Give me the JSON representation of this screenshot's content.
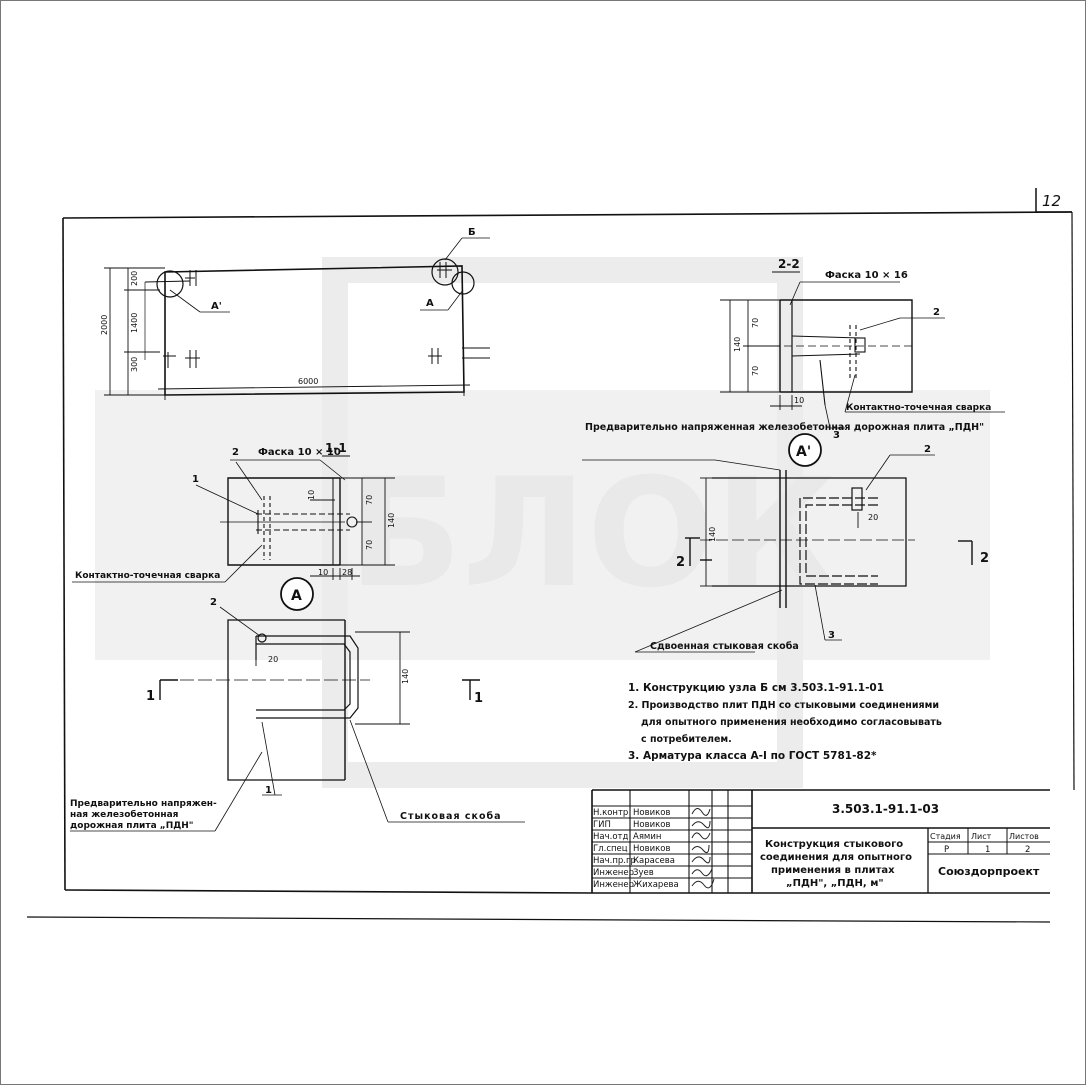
{
  "page_number": "12",
  "watermark": "БЛОК",
  "plan": {
    "dim_total_height": "2000",
    "dim_top": "200",
    "dim_middle": "1400",
    "dim_bottom": "300",
    "dim_length": "6000",
    "node_a_prime": "А'",
    "node_a": "А",
    "node_b": "Б"
  },
  "section_2_2": {
    "title": "2-2",
    "chamfer": "Фаска 10 × 16",
    "dim_140": "140",
    "dim_70_top": "70",
    "dim_70_bottom": "70",
    "dim_10": "10",
    "callout_2": "2",
    "callout_3": "3",
    "welding": "Контактно-точечная сварка"
  },
  "section_1_1": {
    "title": "1-1",
    "chamfer": "Фаска 10 × 10",
    "callout_1": "1",
    "callout_2": "2",
    "dim_140": "140",
    "dim_70_top": "70",
    "dim_70_bottom": "70",
    "dim_10": "10",
    "dim_10b": "10",
    "dim_28": "28",
    "welding": "Контактно-точечная сварка"
  },
  "node_a_prime": {
    "mark": "А'",
    "slab_label": "Предварительно напряженная железобетонная дорожная плита „ПДН\"",
    "callout_2": "2",
    "callout_3": "3",
    "dim_140": "140",
    "dim_20": "20",
    "cut_left": "2",
    "cut_right": "2",
    "bracket_label": "Сдвоенная стыковая скоба"
  },
  "node_a": {
    "mark": "А",
    "callout_2": "2",
    "callout_1": "1",
    "dim_20": "20",
    "dim_140": "140",
    "cut_left": "1",
    "cut_right": "1",
    "slab_label_1": "Предварительно напряжен-",
    "slab_label_2": "ная железобетонная",
    "slab_label_3": "дорожная плита „ПДН\"",
    "bracket_label": "Стыковая скоба"
  },
  "notes": [
    "1. Конструкцию узла Б см 3.503.1-91.1-01",
    "2. Производство плит ПДН со стыковыми соединениями",
    "для опытного применения необходимо согласовывать",
    "с потребителем.",
    "3. Арматура класса А-I по ГОСТ 5781-82*"
  ],
  "title_block": {
    "code": "3.503.1-91.1-03",
    "roles": [
      "Н.контр",
      "ГИП",
      "Нач.отд",
      "Гл.спец",
      "Нач.пр.гр",
      "Инженер",
      "Инженер"
    ],
    "names": [
      "Новиков",
      "Новиков",
      "Аямин",
      "Новиков",
      "Карасева",
      "Зуев",
      "Жихарева"
    ],
    "title_1": "Конструкция стыкового",
    "title_2": "соединения для опытного",
    "title_3": "применения в плитах",
    "title_4": "„ПДН\", „ПДН, м\"",
    "stage_header": "Стадия",
    "sheet_header": "Лист",
    "sheets_header": "Листов",
    "stage": "Р",
    "sheet": "1",
    "sheets": "2",
    "organization": "Союздорпроект"
  }
}
